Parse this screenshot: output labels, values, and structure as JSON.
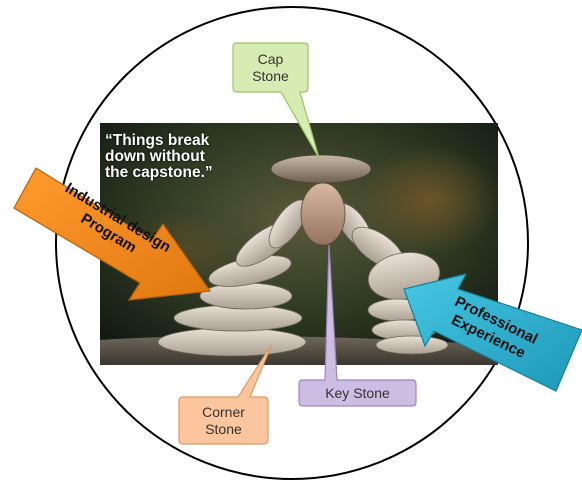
{
  "quote": "“Things break\ndown without\nthe capstone.”",
  "callouts": {
    "cap_stone": "Cap\nStone",
    "key_stone": "Key Stone",
    "corner_stone": "Corner\nStone"
  },
  "arrows": {
    "left": "Industrial design\nProgram",
    "right": "Professional\nExperience"
  },
  "colors": {
    "cap_stone_fill": "#d7ecb3",
    "key_stone_fill": "#cdbde3",
    "corner_stone_fill": "#fbc69d",
    "left_arrow_fill": "#f28a1e",
    "right_arrow_fill": "#2fb4d2"
  }
}
